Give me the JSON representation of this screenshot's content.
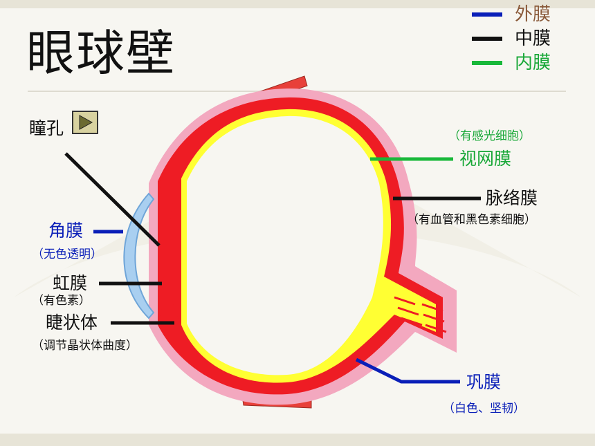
{
  "title": "眼球壁",
  "legend": [
    {
      "label": "外膜",
      "color": "#0a1fb8",
      "text_color": "#8a5a3a"
    },
    {
      "label": "中膜",
      "color": "#111111",
      "text_color": "#111111"
    },
    {
      "label": "内膜",
      "color": "#19b83a",
      "text_color": "#19a838"
    }
  ],
  "labels": {
    "pupil": "瞳孔",
    "cornea": "角膜",
    "cornea_note": "（无色透明）",
    "iris": "虹膜",
    "iris_note": "（有色素）",
    "ciliary": "睫状体",
    "ciliary_note": "（调节晶状体曲度）",
    "retina_note": "（有感光细胞）",
    "retina": "视网膜",
    "choroid": "脉络膜",
    "choroid_note": "（有血管和黑色素细胞）",
    "sclera": "巩膜",
    "sclera_note": "（白色、坚韧）"
  },
  "colors": {
    "sclera": "#f3a8bf",
    "choroid": "#ee1c24",
    "retina": "#ffff33",
    "cornea": "#a9cff0",
    "outer_line": "#0a1fb8",
    "middle_line": "#111111",
    "inner_line": "#19b83a"
  },
  "icons": {
    "pupil_button": "play-icon"
  }
}
